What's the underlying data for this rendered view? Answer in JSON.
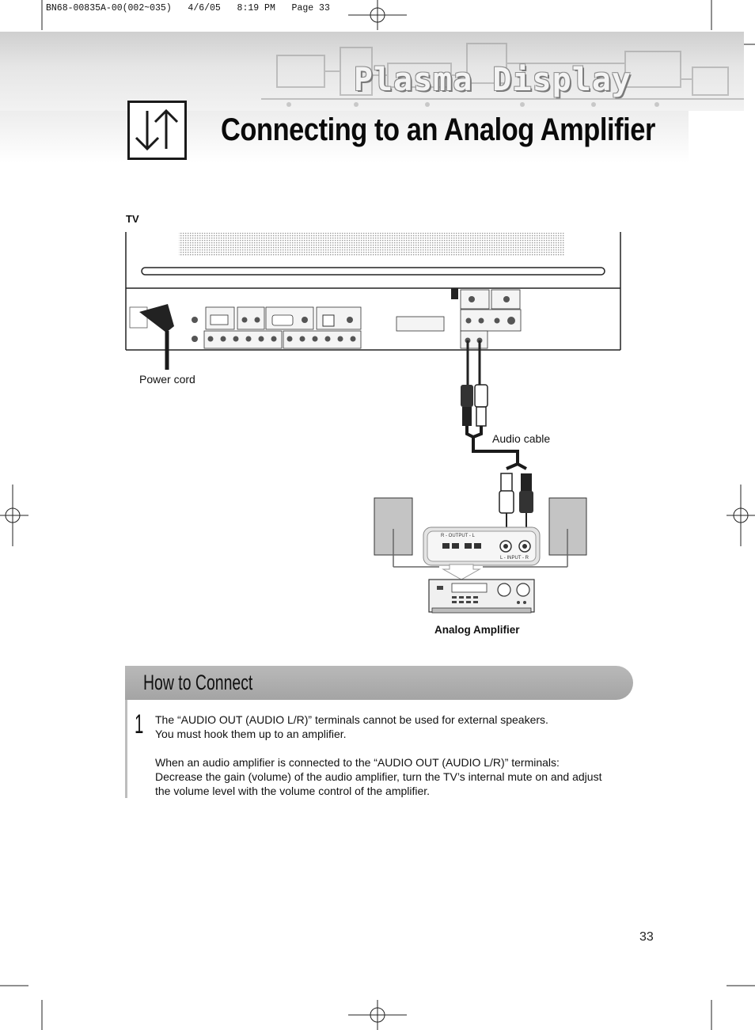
{
  "print_header": "BN68-00835A-00(002~035)   4/6/05   8:19 PM   Page 33",
  "header": {
    "section_title": "Plasma Display",
    "page_title": "Connecting to an Analog Amplifier"
  },
  "diagram": {
    "tv_label": "TV",
    "power_cord_label": "Power cord",
    "audio_cable_label": "Audio cable",
    "amplifier_label": "Analog Amplifier",
    "amp_output_label": "R - OUTPUT - L",
    "amp_input_label": "L - INPUT - R"
  },
  "how_to_connect": {
    "heading": "How to Connect",
    "step_number": "1",
    "lines": [
      "The “AUDIO OUT (AUDIO L/R)” terminals cannot be used for external speakers.",
      "You must hook them up to an amplifier.",
      "When an audio amplifier is connected to the “AUDIO OUT (AUDIO L/R)” terminals:",
      "Decrease the gain (volume) of the audio amplifier, turn the TV’s internal mute on and adjust",
      "the volume level with the volume control of the amplifier."
    ]
  },
  "page_number": "33"
}
